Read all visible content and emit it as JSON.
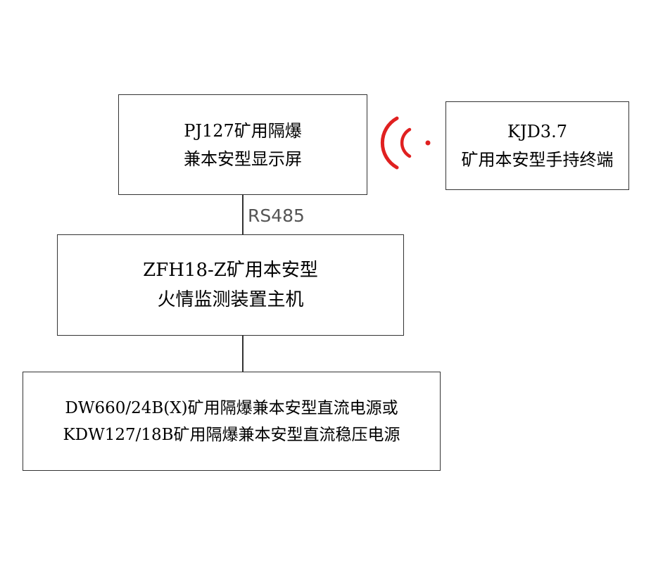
{
  "boxes": {
    "display": {
      "line1": "PJ127矿用隔爆",
      "line2": "兼本安型显示屏"
    },
    "handheld": {
      "line1": "KJD3.7",
      "line2": "矿用本安型手持终端"
    },
    "host": {
      "line1": "ZFH18-Z矿用本安型",
      "line2": "火情监测装置主机"
    },
    "power": {
      "line1": "DW660/24B(X)矿用隔爆兼本安型直流电源或",
      "line2": "KDW127/18B矿用隔爆兼本安型直流稳压电源"
    }
  },
  "connections": {
    "display_host_label": "RS485"
  },
  "colors": {
    "wireless": "#e02020",
    "border": "#333333",
    "label": "#555555"
  },
  "icons": {
    "wireless": "wireless-signal-icon"
  }
}
